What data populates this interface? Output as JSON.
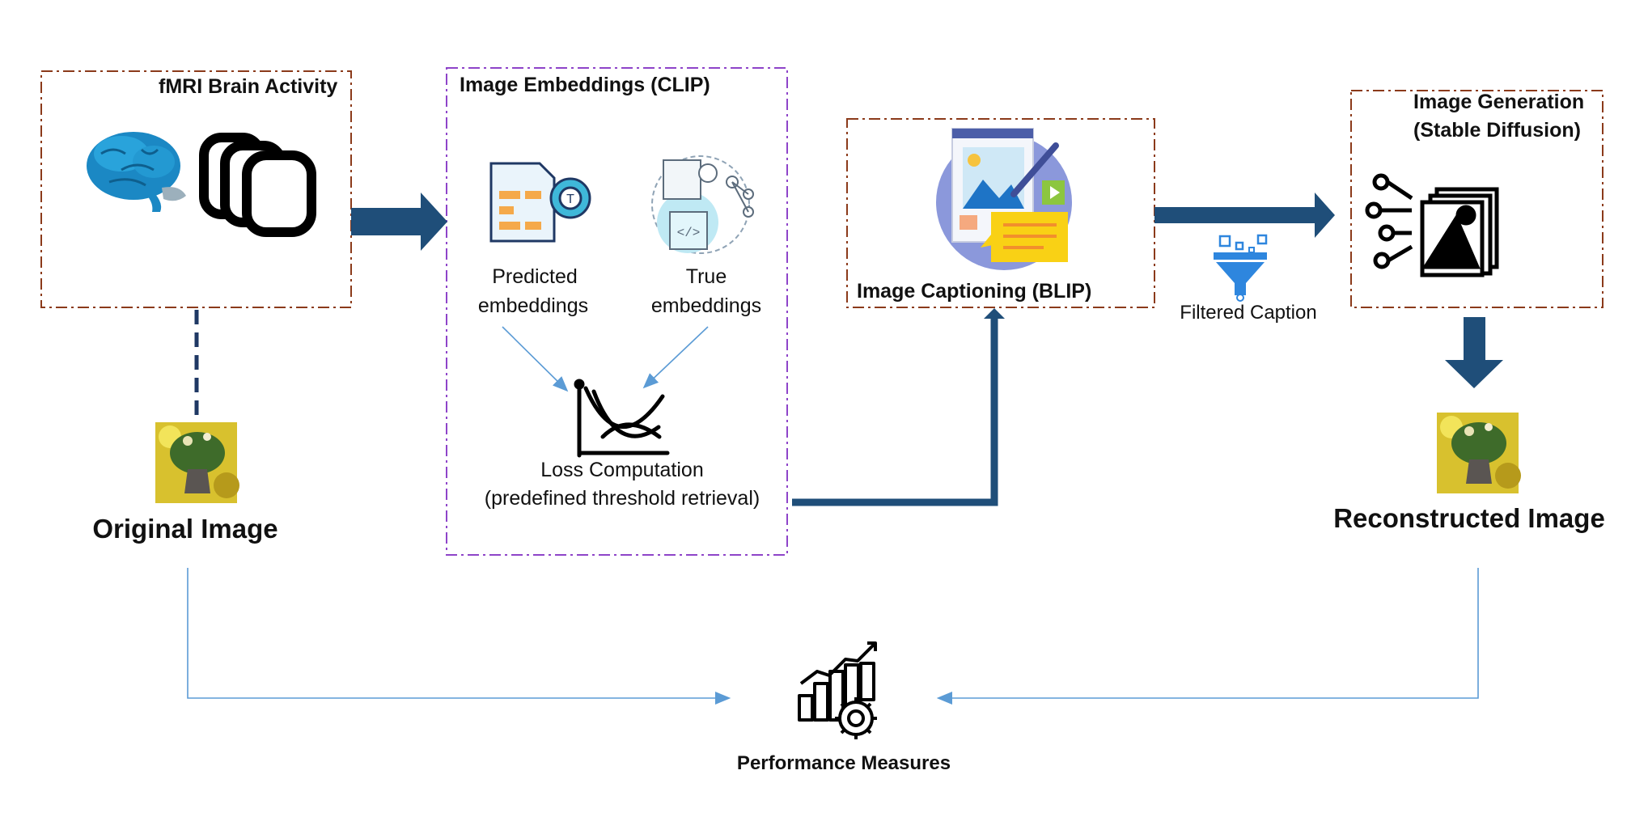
{
  "colors": {
    "box_border_brown": "#8B3A1A",
    "box_border_purple": "#8E44C9",
    "arrow_dark": "#1F4E79",
    "arrow_light": "#5B9BD5"
  },
  "boxes": {
    "fmri": {
      "title": "fMRI Brain Activity",
      "icons": [
        "brain-icon",
        "stacked-frames-icon"
      ]
    },
    "embeddings": {
      "title": "Image Embeddings (CLIP)",
      "predicted": "Predicted\nembeddings",
      "predicted_l1": "Predicted",
      "predicted_l2": "embeddings",
      "true_l1": "True",
      "true_l2": "embeddings",
      "loss_l1": "Loss Computation",
      "loss_l2": "(predefined threshold retrieval)"
    },
    "captioning": {
      "title": "Image Captioning (BLIP)"
    },
    "generation": {
      "title_l1": "Image Generation",
      "title_l2": "(Stable Diffusion)"
    }
  },
  "labels": {
    "original_image": "Original Image",
    "reconstructed_image": "Reconstructed Image",
    "filtered_caption": "Filtered Caption",
    "performance_measures": "Performance Measures"
  }
}
